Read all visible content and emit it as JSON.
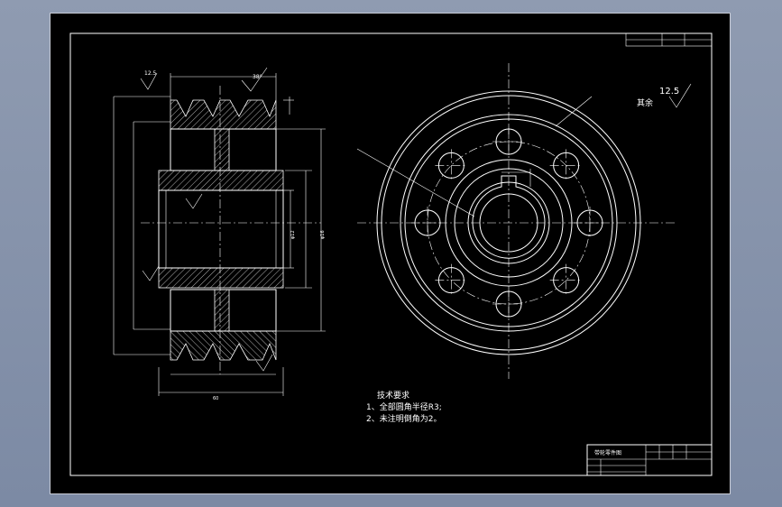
{
  "roughness": {
    "value": "12.5",
    "label": "其余"
  },
  "tech_requirements": {
    "title": "技术要求",
    "items": [
      "1、全部圆角半径R3;",
      "2、未注明倒角为2。"
    ]
  },
  "title_block": {
    "part_name": "带轮零件图"
  },
  "dimensions": {
    "groove_angle": "38°",
    "left_roughness": "12.5",
    "bore_dia": "φ12",
    "hub_dia": "φ16",
    "width": "60"
  }
}
